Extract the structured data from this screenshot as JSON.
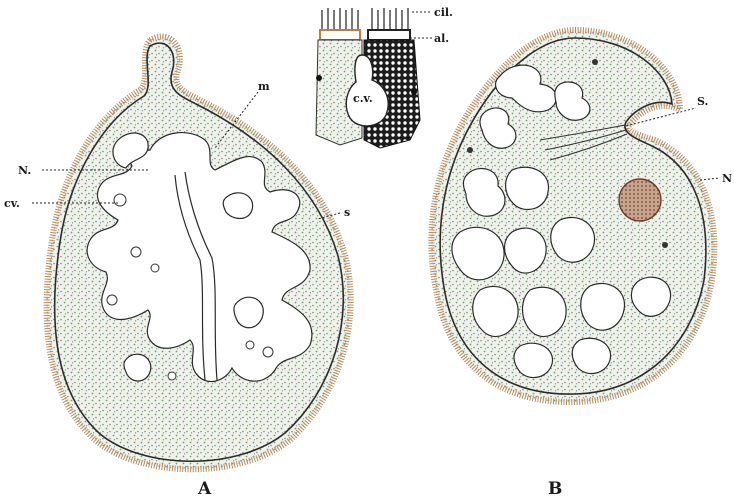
{
  "figure": {
    "panel_a": {
      "letter": "A",
      "labels": {
        "m": "m",
        "n": "N.",
        "cv": "cv.",
        "s": "s"
      }
    },
    "panel_b": {
      "letter": "B",
      "labels": {
        "s": "S.",
        "n": "N"
      }
    },
    "inset": {
      "labels": {
        "cil": "cil.",
        "al": "al.",
        "cv": "c.v."
      }
    }
  }
}
